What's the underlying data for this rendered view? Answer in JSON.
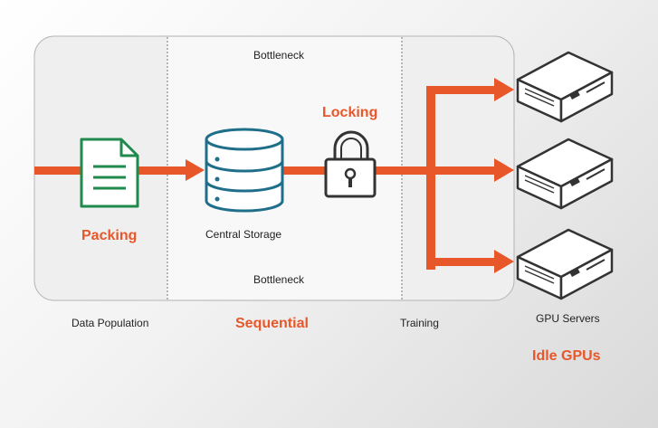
{
  "labels": {
    "bottleneck_top": "Bottleneck",
    "bottleneck_bottom": "Bottleneck",
    "locking": "Locking",
    "packing": "Packing",
    "central_storage": "Central Storage",
    "data_population": "Data Population",
    "sequential": "Sequential",
    "training": "Training",
    "gpu_servers": "GPU Servers",
    "idle_gpus": "Idle GPUs"
  },
  "colors": {
    "accent": "#e8572a",
    "document": "#1f8a4c",
    "storage": "#1f6f8b",
    "dark": "#333333",
    "panel_fill": "#f0f0f0"
  },
  "icons": [
    "document-icon",
    "database-icon",
    "lock-icon",
    "server-icon",
    "server-icon",
    "server-icon"
  ]
}
